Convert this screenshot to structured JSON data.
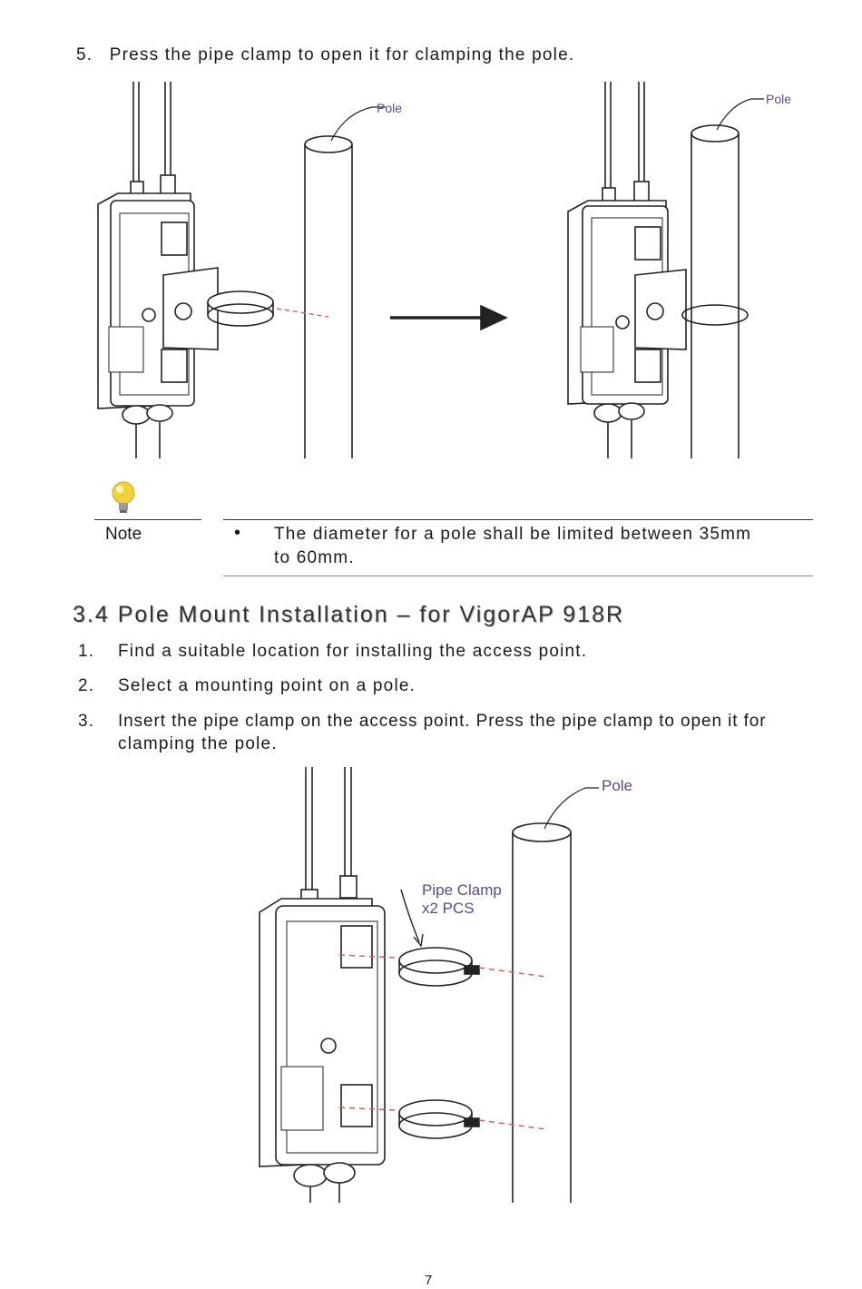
{
  "step5": {
    "number": "5.",
    "text": "Press the pipe clamp to open it for clamping the pole."
  },
  "figure1": {
    "left_label": "Pole",
    "right_label": "Pole"
  },
  "note": {
    "label": "Note",
    "bullet": "•",
    "line1": "The diameter for a pole shall be limited between 35mm",
    "line2": "to 60mm."
  },
  "section": {
    "title": "3.4 Pole Mount Installation – for VigorAP 918R",
    "steps": [
      {
        "number": "1.",
        "text": "Find a suitable location for installing the access point."
      },
      {
        "number": "2.",
        "text": "Select a mounting point on a pole."
      },
      {
        "number": "3.",
        "text": "Insert the pipe clamp on the access point. Press the pipe clamp to open it for",
        "text2": "clamping the pole."
      }
    ]
  },
  "figure2": {
    "pole_label": "Pole",
    "clamp_label_1": "Pipe Clamp",
    "clamp_label_2": "x2 PCS"
  },
  "page_number": "7",
  "colors": {
    "text": "#1a1a1a",
    "label": "#5a4a8a",
    "dash": "#d06060",
    "bulb": "#f2d23a"
  }
}
